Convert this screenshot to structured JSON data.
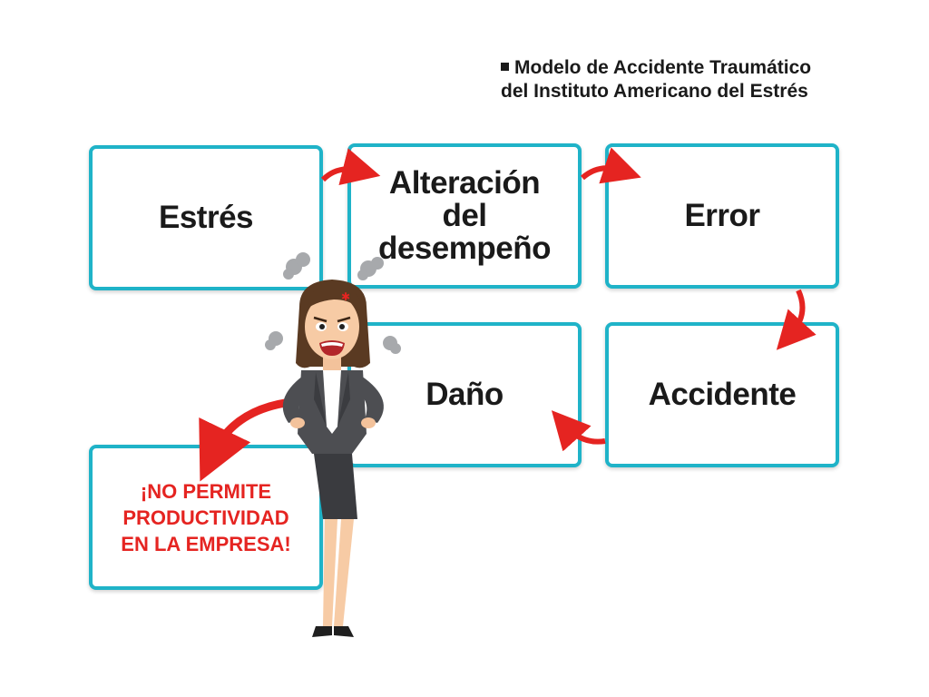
{
  "title": {
    "line1": "Modelo de Accidente Traumático",
    "line2": "del Instituto Americano del Estrés"
  },
  "steps": {
    "estres": "Estrés",
    "alteracion_l1": "Alteración",
    "alteracion_l2": "del",
    "alteracion_l3": "desempeño",
    "error": "Error",
    "accidente": "Accidente",
    "dano": "Daño"
  },
  "outcome": {
    "line1": "¡NO PERMITE",
    "line2": "PRODUCTIVIDAD",
    "line3": "EN LA EMPRESA!"
  },
  "colors": {
    "box_border": "#1fb3c8",
    "arrow": "#e52421",
    "outcome_text": "#e52421"
  },
  "icons": {
    "character": "stressed-businesswoman-illustration"
  }
}
